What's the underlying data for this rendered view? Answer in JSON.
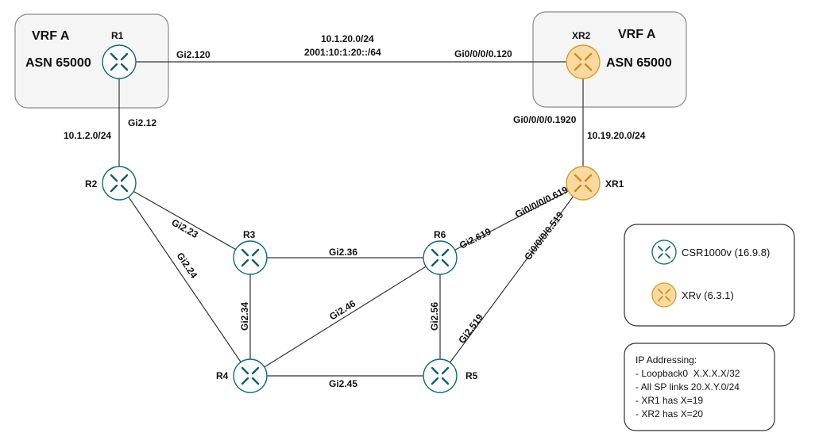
{
  "colors": {
    "csr_fill": "#ffffff",
    "csr_stroke": "#0f6a7e",
    "csr_arrow": "#0f5c6e",
    "xr_fill": "#fad9a0",
    "xr_stroke": "#d79b2b",
    "xr_arrow": "#c98e1c",
    "vrf_fill": "#f5f5f5",
    "vrf_stroke": "#8a8a8a"
  },
  "vrf_boxes": [
    {
      "id": "left",
      "vrf": "VRF A",
      "asn": "ASN 65000"
    },
    {
      "id": "right",
      "vrf": "VRF A",
      "asn": "ASN 65000"
    }
  ],
  "routers": [
    {
      "id": "R1",
      "label": "R1",
      "kind": "csr",
      "icon": "router-icon"
    },
    {
      "id": "R2",
      "label": "R2",
      "kind": "csr",
      "icon": "router-icon"
    },
    {
      "id": "R3",
      "label": "R3",
      "kind": "csr",
      "icon": "router-icon"
    },
    {
      "id": "R4",
      "label": "R4",
      "kind": "csr",
      "icon": "router-icon"
    },
    {
      "id": "R5",
      "label": "R5",
      "kind": "csr",
      "icon": "router-icon"
    },
    {
      "id": "R6",
      "label": "R6",
      "kind": "csr",
      "icon": "router-icon"
    },
    {
      "id": "XR1",
      "label": "XR1",
      "kind": "xr",
      "icon": "router-icon"
    },
    {
      "id": "XR2",
      "label": "XR2",
      "kind": "xr",
      "icon": "router-icon"
    }
  ],
  "links": [
    {
      "from": "R1",
      "to": "XR2",
      "labels": [
        "Gi2.120",
        "10.1.20.0/24",
        "2001:10:1:20::/64",
        "Gi0/0/0/0.120"
      ]
    },
    {
      "from": "R1",
      "to": "R2",
      "labels": [
        "Gi2.12",
        "10.1.2.0/24"
      ]
    },
    {
      "from": "XR2",
      "to": "XR1",
      "labels": [
        "Gi0/0/0/0.1920",
        "10.19.20.0/24"
      ]
    },
    {
      "from": "R2",
      "to": "R3",
      "labels": [
        "Gi2.23"
      ]
    },
    {
      "from": "R2",
      "to": "R4",
      "labels": [
        "Gi2.24"
      ]
    },
    {
      "from": "R3",
      "to": "R6",
      "labels": [
        "Gi2.36"
      ]
    },
    {
      "from": "R3",
      "to": "R4",
      "labels": [
        "Gi2.34"
      ]
    },
    {
      "from": "R4",
      "to": "R6",
      "labels": [
        "Gi2.46"
      ]
    },
    {
      "from": "R4",
      "to": "R5",
      "labels": [
        "Gi2.45"
      ]
    },
    {
      "from": "R6",
      "to": "R5",
      "labels": [
        "Gi2.56"
      ]
    },
    {
      "from": "R6",
      "to": "XR1",
      "labels": [
        "Gi2.619",
        "Gi0/0/0/0.619"
      ]
    },
    {
      "from": "R5",
      "to": "XR1",
      "labels": [
        "Gi2.519",
        "Gi0/0/0/0.519"
      ]
    }
  ],
  "legend": {
    "csr": "CSR1000v (16.9.8)",
    "xr": "XRv (6.3.1)"
  },
  "ip_box": {
    "title": "IP Addressing:",
    "lines": [
      "- Loopback0  X.X.X.X/32",
      "- All SP links 20.X.Y.0/24",
      "- XR1 has X=19",
      "- XR2 has X=20"
    ]
  }
}
